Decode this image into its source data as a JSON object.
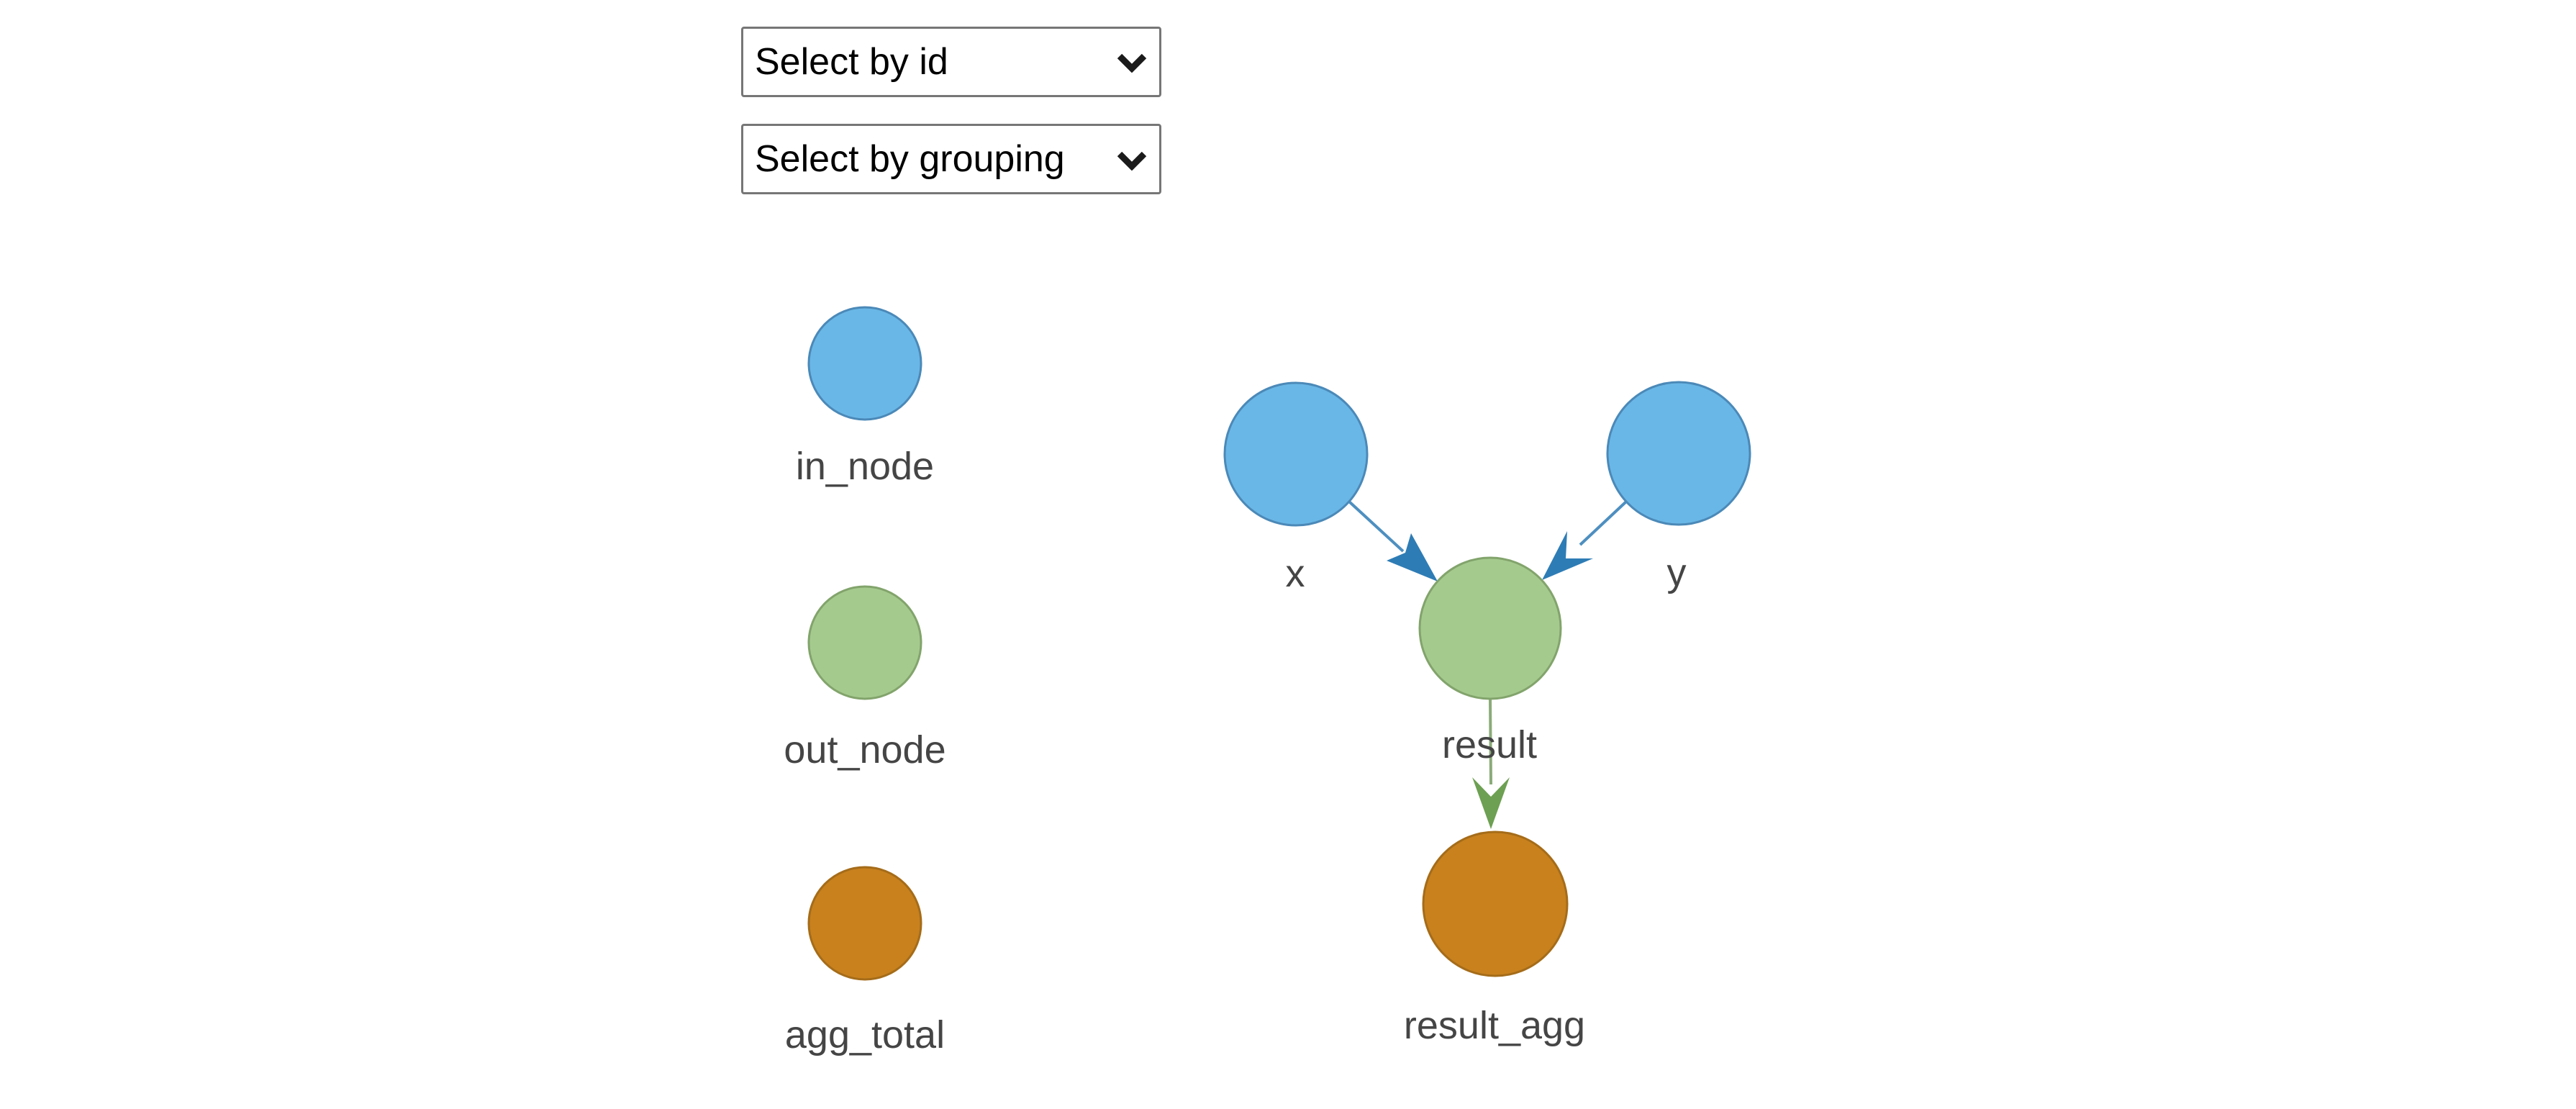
{
  "page": {
    "background": "#ffffff"
  },
  "controls": {
    "id_dropdown": {
      "value": "Select by id"
    },
    "grouping_dropdown": {
      "value": "Select by grouping"
    }
  },
  "legend": {
    "items": [
      {
        "label": "in_node",
        "fill": "#69b7e6",
        "stroke": "#4b89b8"
      },
      {
        "label": "out_node",
        "fill": "#a5ca8e",
        "stroke": "#82a46c"
      },
      {
        "label": "agg_total",
        "fill": "#c8811d",
        "stroke": "#a56c19"
      }
    ]
  },
  "graph": {
    "label_color": "#454545",
    "nodes": [
      {
        "id": "x",
        "label": "x",
        "group": "in_node",
        "fill": "#69b7e6",
        "stroke": "#4b89b8"
      },
      {
        "id": "y",
        "label": "y",
        "group": "in_node",
        "fill": "#69b7e6",
        "stroke": "#4b89b8"
      },
      {
        "id": "result",
        "label": "result",
        "group": "out_node",
        "fill": "#a5ca8e",
        "stroke": "#82a46c"
      },
      {
        "id": "result_agg",
        "label": "result_agg",
        "group": "agg_total",
        "fill": "#c8811d",
        "stroke": "#a56c19"
      }
    ],
    "edges": [
      {
        "from": "x",
        "to": "result",
        "line": "#4e8fc0",
        "head": "#2e7cb5"
      },
      {
        "from": "y",
        "to": "result",
        "line": "#4e8fc0",
        "head": "#2e7cb5"
      },
      {
        "from": "result",
        "to": "result_agg",
        "line": "#8aab78",
        "head": "#6da052"
      }
    ]
  }
}
